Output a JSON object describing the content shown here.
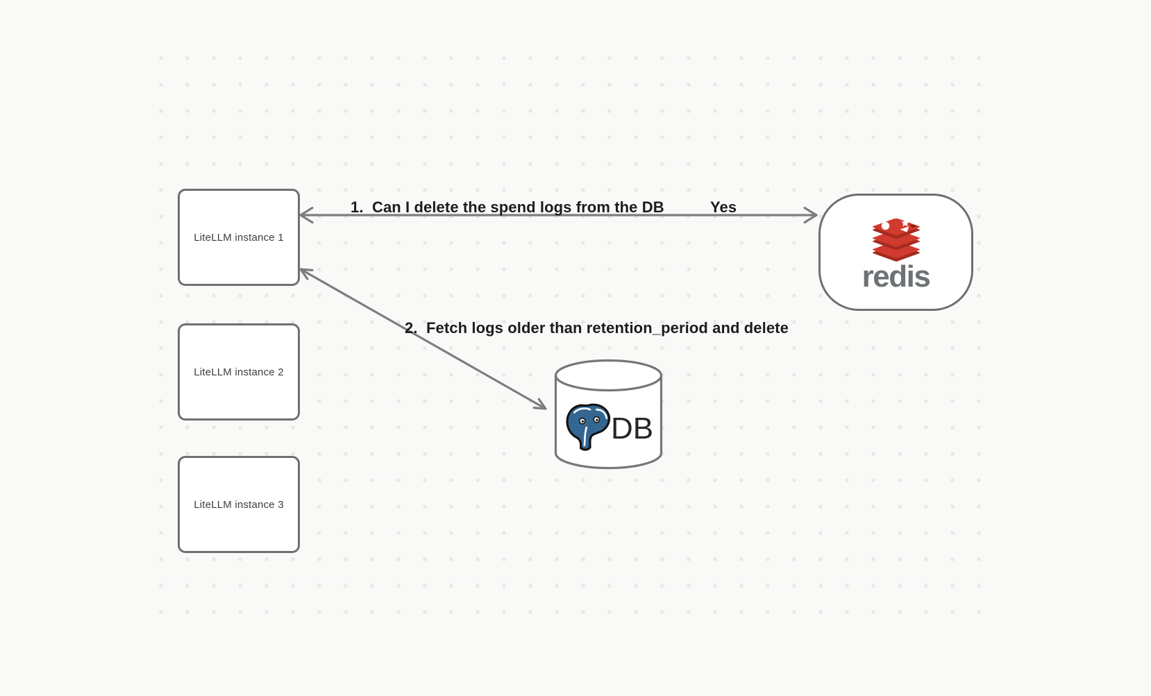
{
  "diagram": {
    "instances": [
      {
        "label": "LiteLLM instance 1"
      },
      {
        "label": "LiteLLM instance 2"
      },
      {
        "label": "LiteLLM instance 3"
      }
    ],
    "redis": {
      "wordmark": "redis"
    },
    "db": {
      "label": "DB"
    },
    "edges": {
      "step1": {
        "label": "1.  Can I delete the spend logs from the DB",
        "answer": "Yes"
      },
      "step2": {
        "label": "2.  Fetch logs older than retention_period and delete"
      }
    },
    "colors": {
      "arrow": "#7d7d7d",
      "node_border": "#6f6f6f",
      "redis_red": "#d13a2e",
      "redis_dark_red": "#a52a1f",
      "postgres_blue": "#336791",
      "label_text": "#1c1c1c",
      "background": "#f9f9f8",
      "grid_dot": "#e7e7e5"
    }
  }
}
